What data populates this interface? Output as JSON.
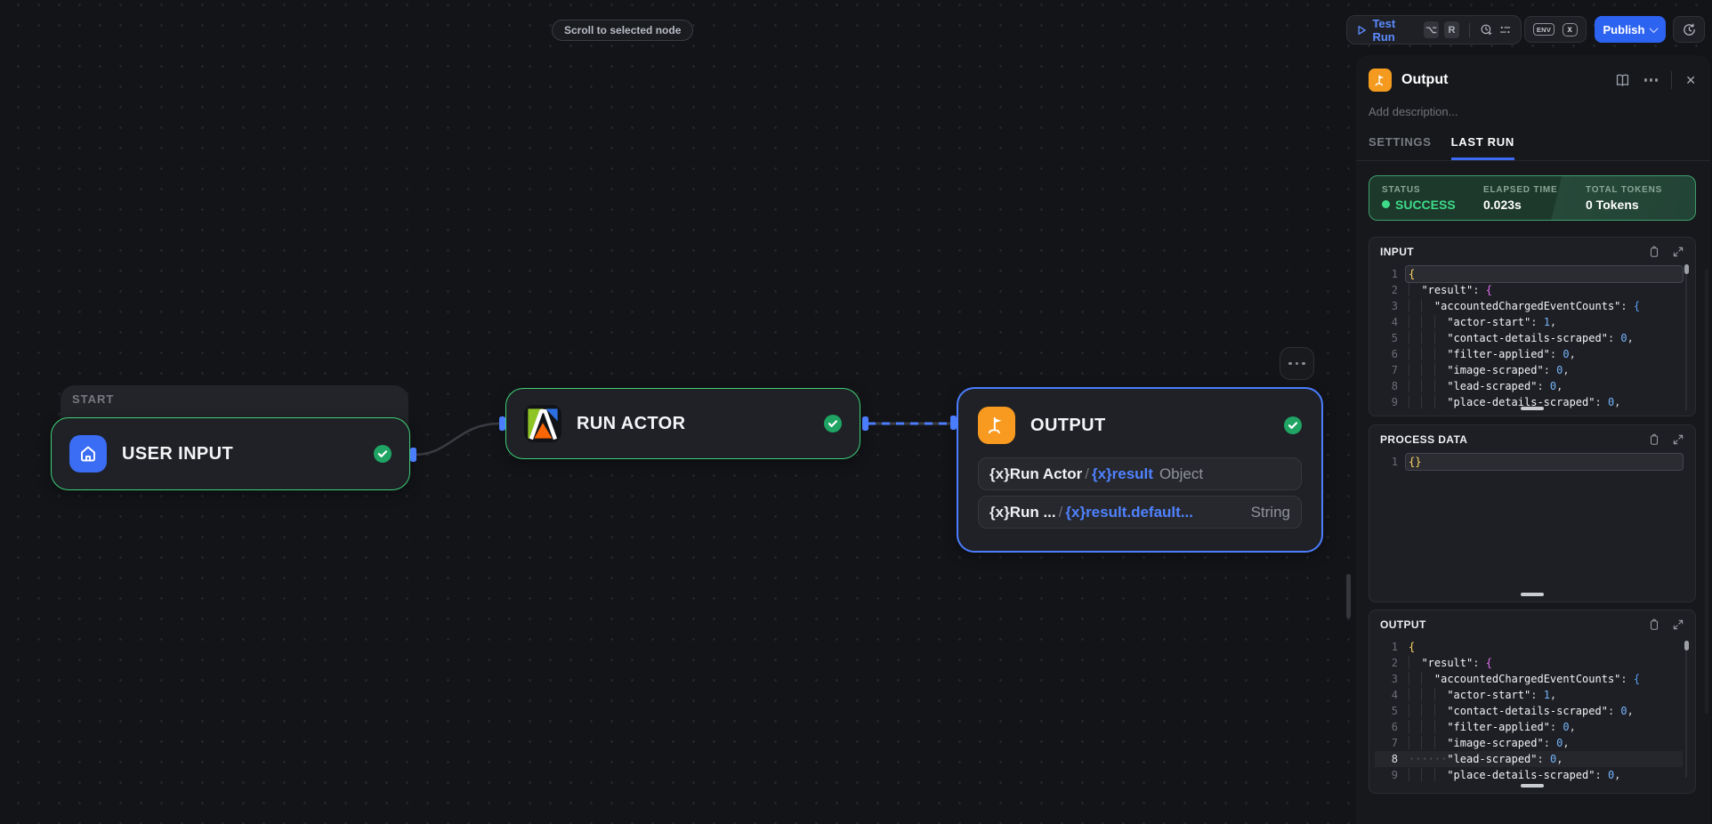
{
  "tooltip": {
    "label": "Scroll to selected node"
  },
  "toolbar": {
    "test_run_label": "Test Run",
    "shortcut_keys": [
      "⌥",
      "R"
    ],
    "env_label": "ENV",
    "vars_label": "x",
    "publish_label": "Publish"
  },
  "canvas": {
    "start_group_label": "START",
    "nodes": {
      "user_input": {
        "title": "USER INPUT"
      },
      "run_actor": {
        "title": "RUN ACTOR"
      },
      "output": {
        "title": "OUTPUT"
      }
    },
    "output_mappings": [
      {
        "var_glyph": "{x}",
        "source": "Run Actor",
        "slash": "/",
        "path_glyph": "{x}",
        "path": "result",
        "type": "Object"
      },
      {
        "var_glyph": "{x}",
        "source": "Run ...",
        "slash": "/",
        "path_glyph": "{x}",
        "path": "result.default...",
        "type": "String"
      }
    ]
  },
  "panel": {
    "title": "Output",
    "description_placeholder": "Add description...",
    "close_glyph": "✕",
    "tabs": [
      {
        "label": "SETTINGS",
        "active": false
      },
      {
        "label": "LAST RUN",
        "active": true
      }
    ],
    "last_run": {
      "status_label": "STATUS",
      "status_value": "SUCCESS",
      "elapsed_label": "ELAPSED TIME",
      "elapsed_value": "0.023s",
      "tokens_label": "TOTAL TOKENS",
      "tokens_value": "0 Tokens"
    }
  },
  "code_blocks": {
    "input": {
      "title": "INPUT",
      "lines": [
        {
          "n": 1,
          "indent": 0,
          "active": true,
          "tokens": [
            [
              "{",
              "y"
            ]
          ]
        },
        {
          "n": 2,
          "indent": 1,
          "tokens": [
            [
              "\"result\"",
              "k"
            ],
            [
              ": ",
              "p"
            ],
            [
              "{",
              "m"
            ]
          ]
        },
        {
          "n": 3,
          "indent": 2,
          "tokens": [
            [
              "\"accountedChargedEventCounts\"",
              "k"
            ],
            [
              ": ",
              "p"
            ],
            [
              "{",
              "b"
            ]
          ]
        },
        {
          "n": 4,
          "indent": 3,
          "tokens": [
            [
              "\"actor-start\"",
              "k"
            ],
            [
              ": ",
              "p"
            ],
            [
              "1",
              "num"
            ],
            [
              ",",
              "p"
            ]
          ]
        },
        {
          "n": 5,
          "indent": 3,
          "tokens": [
            [
              "\"contact-details-scraped\"",
              "k"
            ],
            [
              ": ",
              "p"
            ],
            [
              "0",
              "num"
            ],
            [
              ",",
              "p"
            ]
          ]
        },
        {
          "n": 6,
          "indent": 3,
          "tokens": [
            [
              "\"filter-applied\"",
              "k"
            ],
            [
              ": ",
              "p"
            ],
            [
              "0",
              "num"
            ],
            [
              ",",
              "p"
            ]
          ]
        },
        {
          "n": 7,
          "indent": 3,
          "tokens": [
            [
              "\"image-scraped\"",
              "k"
            ],
            [
              ": ",
              "p"
            ],
            [
              "0",
              "num"
            ],
            [
              ",",
              "p"
            ]
          ]
        },
        {
          "n": 8,
          "indent": 3,
          "tokens": [
            [
              "\"lead-scraped\"",
              "k"
            ],
            [
              ": ",
              "p"
            ],
            [
              "0",
              "num"
            ],
            [
              ",",
              "p"
            ]
          ]
        },
        {
          "n": 9,
          "indent": 3,
          "tokens": [
            [
              "\"place-details-scraped\"",
              "k"
            ],
            [
              ": ",
              "p"
            ],
            [
              "0",
              "num"
            ],
            [
              ",",
              "p"
            ]
          ]
        }
      ]
    },
    "process": {
      "title": "PROCESS DATA",
      "lines": [
        {
          "n": 1,
          "indent": 0,
          "active": true,
          "tokens": [
            [
              "{}",
              "y"
            ]
          ]
        }
      ]
    },
    "output": {
      "title": "OUTPUT",
      "lines": [
        {
          "n": 1,
          "indent": 0,
          "tokens": [
            [
              "{",
              "y"
            ]
          ]
        },
        {
          "n": 2,
          "indent": 1,
          "tokens": [
            [
              "\"result\"",
              "k"
            ],
            [
              ": ",
              "p"
            ],
            [
              "{",
              "m"
            ]
          ]
        },
        {
          "n": 3,
          "indent": 2,
          "tokens": [
            [
              "\"accountedChargedEventCounts\"",
              "k"
            ],
            [
              ": ",
              "p"
            ],
            [
              "{",
              "b"
            ]
          ]
        },
        {
          "n": 4,
          "indent": 3,
          "tokens": [
            [
              "\"actor-start\"",
              "k"
            ],
            [
              ": ",
              "p"
            ],
            [
              "1",
              "num"
            ],
            [
              ",",
              "p"
            ]
          ]
        },
        {
          "n": 5,
          "indent": 3,
          "tokens": [
            [
              "\"contact-details-scraped\"",
              "k"
            ],
            [
              ": ",
              "p"
            ],
            [
              "0",
              "num"
            ],
            [
              ",",
              "p"
            ]
          ]
        },
        {
          "n": 6,
          "indent": 3,
          "tokens": [
            [
              "\"filter-applied\"",
              "k"
            ],
            [
              ": ",
              "p"
            ],
            [
              "0",
              "num"
            ],
            [
              ",",
              "p"
            ]
          ]
        },
        {
          "n": 7,
          "indent": 3,
          "tokens": [
            [
              "\"image-scraped\"",
              "k"
            ],
            [
              ": ",
              "p"
            ],
            [
              "0",
              "num"
            ],
            [
              ",",
              "p"
            ]
          ]
        },
        {
          "n": 8,
          "hl": true,
          "dots": "······",
          "tokens": [
            [
              "\"lead-scraped\"",
              "k"
            ],
            [
              ": ",
              "p"
            ],
            [
              "0",
              "num"
            ],
            [
              ",",
              "p"
            ]
          ]
        },
        {
          "n": 9,
          "indent": 3,
          "tokens": [
            [
              "\"place-details-scraped\"",
              "k"
            ],
            [
              ": ",
              "p"
            ],
            [
              "0",
              "num"
            ],
            [
              ",",
              "p"
            ]
          ]
        }
      ]
    }
  },
  "colors": {
    "accent_blue": "#4b7dff",
    "publish_blue": "#2d63f1",
    "success_green": "#3edc8a",
    "node_green_border": "#3ed077",
    "brand_orange": "#f79a1f",
    "user_input_blue": "#3a6cf4"
  }
}
